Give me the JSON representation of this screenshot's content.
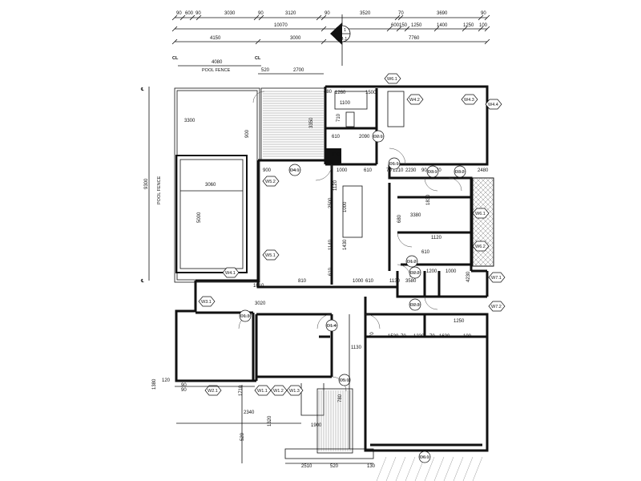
{
  "dims_top": {
    "row1": [
      "90",
      "600",
      "90",
      "3030",
      "90",
      "3120",
      "90",
      "3520",
      "70",
      "3690",
      "90"
    ],
    "row2": [
      "10070",
      "600",
      "150",
      "1250",
      "1400",
      "1250",
      "100"
    ],
    "row3": [
      "4150",
      "3000",
      "7760"
    ]
  },
  "section_marker": {
    "number": "1",
    "sheet": "A4.1"
  },
  "labels": {
    "cl_left": "CL",
    "cl_right": "CL",
    "pool_fence_top": "POOL FENCE",
    "pool_fence_side": "POOL FENCE",
    "dim_4080": "4080",
    "dim_520": "520",
    "dim_2700": "2700"
  },
  "pool": {
    "width": "3060",
    "length": "5000",
    "side": "9300"
  },
  "room_dims": [
    "3300",
    "900",
    "3350",
    "480",
    "1260",
    "1500",
    "1100",
    "710",
    "610",
    "2090",
    "610",
    "900",
    "1000",
    "610",
    "70",
    "1210",
    "2230",
    "70",
    "90",
    "2480",
    "2500",
    "1000",
    "1120",
    "1140",
    "1430",
    "610",
    "1000",
    "610",
    "1130",
    "3580",
    "1830",
    "3380",
    "1120",
    "610",
    "680",
    "1200",
    "1000",
    "4230",
    "810",
    "1010",
    "3020",
    "1130",
    "70",
    "1530",
    "70",
    "1230",
    "70",
    "1630",
    "100",
    "1250",
    "1710",
    "780",
    "2340",
    "1320",
    "1900",
    "520",
    "2510",
    "520",
    "130",
    "1380",
    "120",
    "90",
    "90"
  ],
  "tags": {
    "windows": [
      "W6.1",
      "W4.2",
      "W4.3",
      "W4.4",
      "W5.2",
      "W5.1",
      "W4.1",
      "W3.1",
      "W6.1",
      "W6.2",
      "W7.1",
      "W7.2",
      "W2.1",
      "W1.1",
      "W1.2",
      "W1.3"
    ],
    "doors": [
      "D1.1",
      "D2.1",
      "D3.1",
      "D3.2",
      "D4.1",
      "D1.2",
      "D2.2",
      "D2.3",
      "D1.3",
      "D1.4",
      "D5.1",
      "D6.1"
    ]
  }
}
